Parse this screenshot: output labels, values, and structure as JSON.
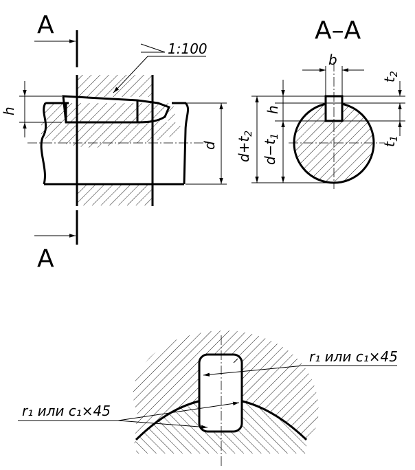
{
  "drawing": {
    "section_mark": "A",
    "section_title": "А–А",
    "taper_label": "1:100",
    "dim_h": "h",
    "dim_d": "d",
    "dim_b": "b",
    "dim_t2": "t",
    "dim_t2_sub": "2",
    "dim_t1": "t",
    "dim_t1_sub": "1",
    "dim_d_plus_t2": "d+t",
    "dim_d_plus_t2_sub": "2",
    "dim_d_minus_t1": "d−t",
    "dim_d_minus_t1_sub": "1",
    "detail_label_right": "r₁ или c₁×45",
    "detail_label_left": "r₁ или c₁×45"
  }
}
